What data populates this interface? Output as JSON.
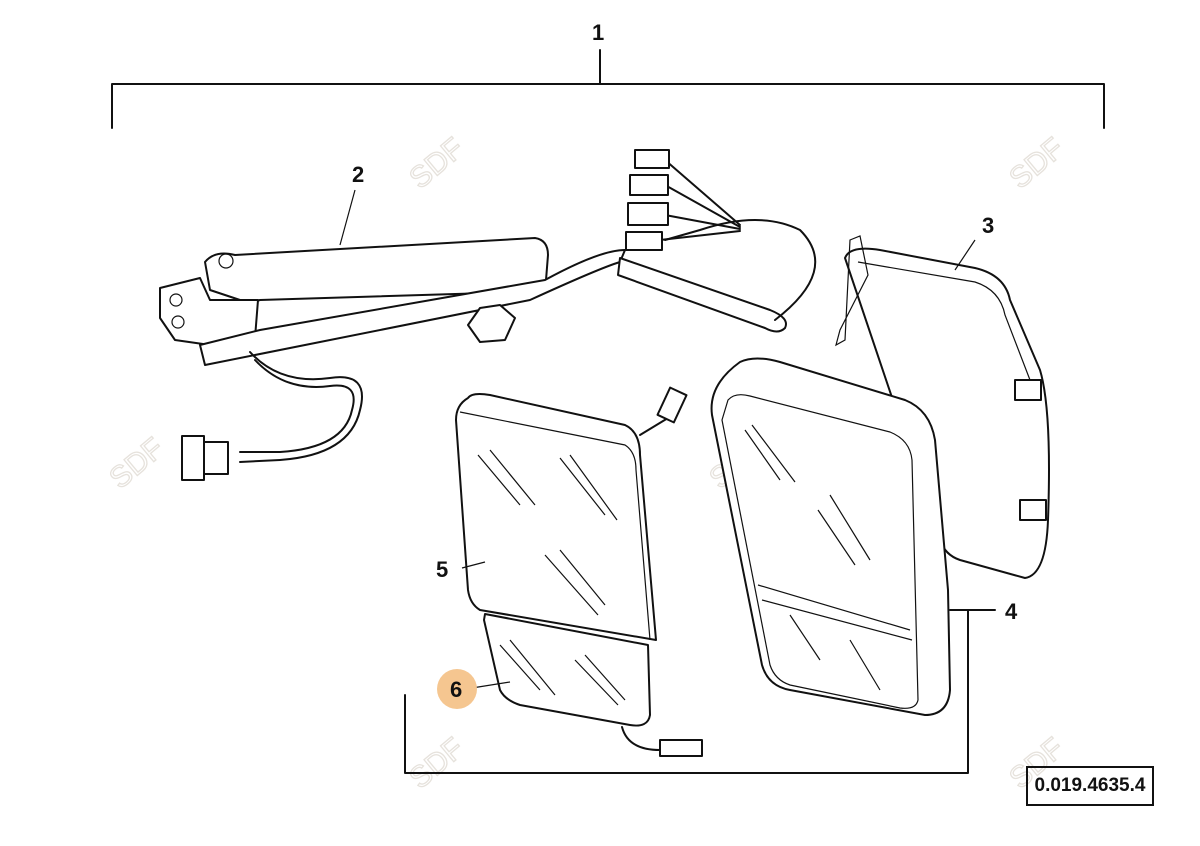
{
  "diagram": {
    "callouts": [
      {
        "id": "1",
        "label": "1"
      },
      {
        "id": "2",
        "label": "2"
      },
      {
        "id": "3",
        "label": "3"
      },
      {
        "id": "4",
        "label": "4"
      },
      {
        "id": "5",
        "label": "5"
      },
      {
        "id": "6",
        "label": "6",
        "highlighted": true
      }
    ],
    "highlight_color": "#f5c690",
    "reference_number": "0.019.4635.4",
    "watermark": "SDF"
  }
}
